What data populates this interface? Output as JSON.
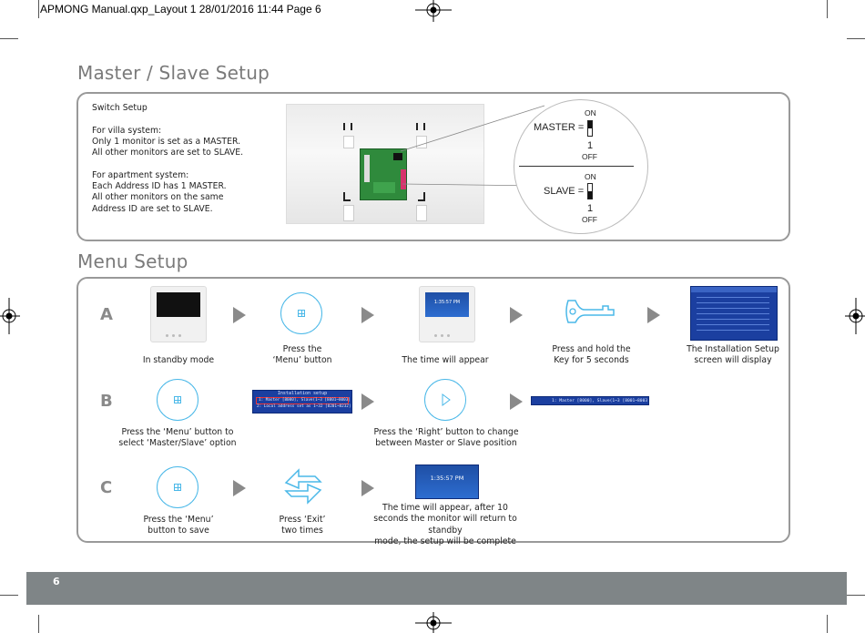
{
  "print_header": "APMONG Manual.qxp_Layout 1  28/01/2016  11:44  Page 6",
  "master_slave": {
    "title": "Master / Slave Setup",
    "switch_setup_label": "Switch Setup",
    "villa_heading": "For villa system:",
    "villa_line1": "Only 1 monitor is set as a MASTER.",
    "villa_line2": "All other monitors are set to SLAVE.",
    "apartment_heading": "For apartment system:",
    "apartment_line1": "Each Address ID has 1 MASTER.",
    "apartment_line2": "All other monitors on the same",
    "apartment_line3": "Address ID are set to SLAVE.",
    "master_label": "MASTER =",
    "slave_label": "SLAVE =",
    "on_label": "ON",
    "off_label": "OFF",
    "switch_number": "1"
  },
  "menu_setup": {
    "title": "Menu Setup",
    "row_a": {
      "letter": "A",
      "step1": "In standby mode",
      "step2": "Press the\n‘Menu’ button",
      "step3": "The time will appear",
      "step4": "Press and hold the\nKey for 5 seconds",
      "step5": "The Installation Setup\nscreen will display",
      "time": "1:35:57 PM"
    },
    "row_b": {
      "letter": "B",
      "step1": "Press the ‘Menu’ button to\nselect ‘Master/Slave’ option",
      "step2": "Press the ‘Right’ button to change\nbetween Master or Slave position",
      "screen_title": "Installation setup",
      "screen_line1": "1: Master [8000], Slave(1~3 [8001~8003]",
      "screen_line2": "2: Local address set as 1~32 [8201~8232]",
      "result_line": "1: Master [8000], Slave(1~3 [8001~8003]"
    },
    "row_c": {
      "letter": "C",
      "step1": "Press the ‘Menu’\nbutton to save",
      "step2": "Press ‘Exit’\ntwo times",
      "step3": "The time will appear, after 10\nseconds the monitor will return to standby\nmode, the setup will be complete",
      "time": "1:35:57 PM"
    }
  },
  "page_number": "6",
  "colors": {
    "accent_blue": "#4ab8e8",
    "title_grey": "#7a7a7a",
    "footer_grey": "#7f8587"
  }
}
